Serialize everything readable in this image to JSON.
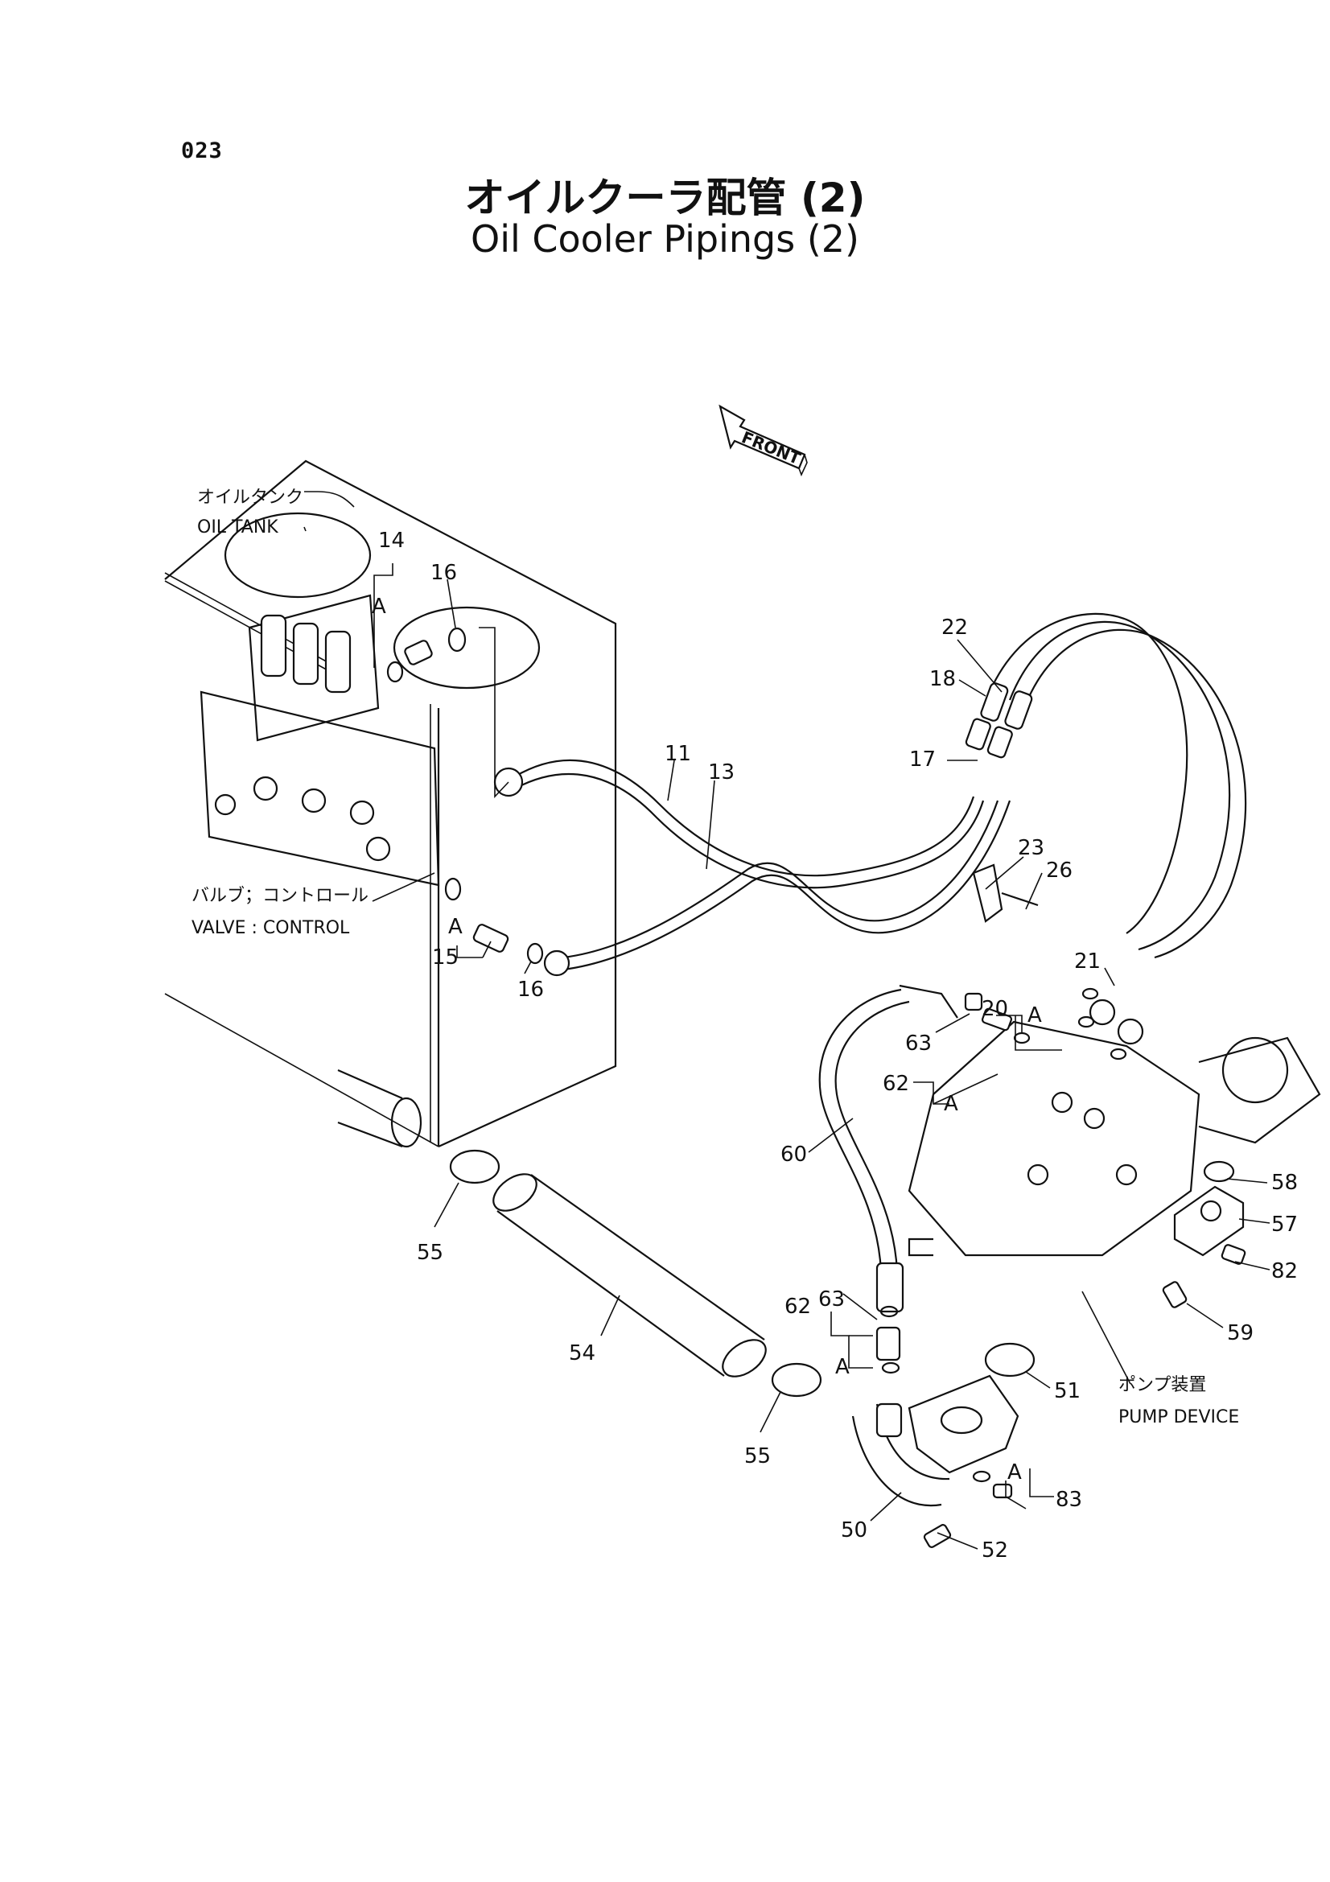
{
  "page_number": "023",
  "title_ja": "オイルクーラ配管 (2)",
  "title_en": "Oil Cooler Pipings (2)",
  "front_label": "FRONT",
  "component_labels": {
    "oil_tank_ja": "オイルタンク",
    "oil_tank_en": "OIL TANK",
    "valve_ja": "バルブ；コントロール",
    "valve_en": "VALVE : CONTROL",
    "pump_ja": "ポンプ装置",
    "pump_en": "PUMP DEVICE"
  },
  "group_marker": "A",
  "callouts": {
    "p11": "11",
    "p13": "13",
    "p14": "14",
    "p15": "15",
    "p16a": "16",
    "p16b": "16",
    "p17": "17",
    "p18": "18",
    "p20": "20",
    "p21": "21",
    "p22": "22",
    "p23": "23",
    "p26": "26",
    "p50": "50",
    "p51": "51",
    "p52": "52",
    "p54": "54",
    "p55a": "55",
    "p55b": "55",
    "p57": "57",
    "p58": "58",
    "p59": "59",
    "p60": "60",
    "p62a": "62",
    "p62b": "62",
    "p63a": "63",
    "p63b": "63",
    "p82": "82",
    "p83": "83"
  }
}
